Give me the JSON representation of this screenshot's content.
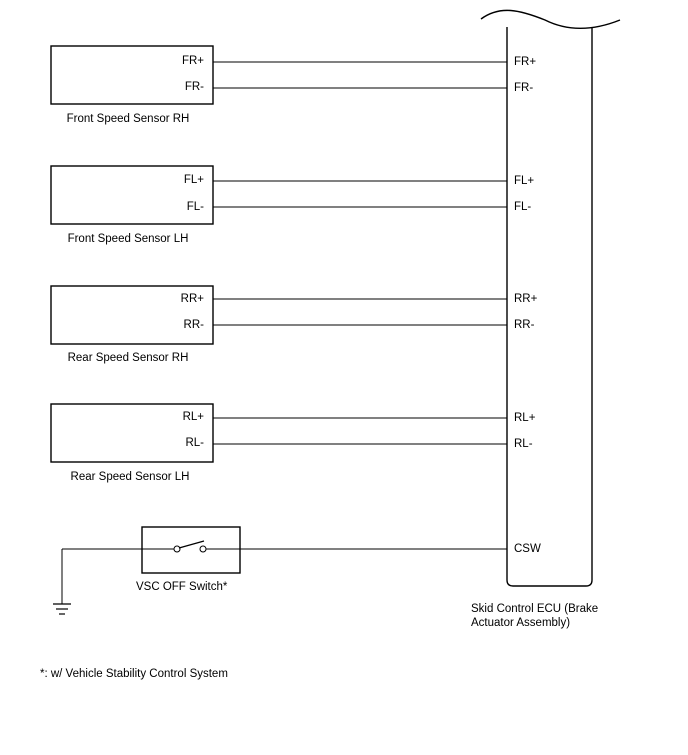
{
  "sensors": [
    {
      "name": "Front Speed Sensor RH",
      "pins": [
        "FR+",
        "FR-"
      ]
    },
    {
      "name": "Front Speed Sensor LH",
      "pins": [
        "FL+",
        "FL-"
      ]
    },
    {
      "name": "Rear Speed Sensor RH",
      "pins": [
        "RR+",
        "RR-"
      ]
    },
    {
      "name": "Rear Speed Sensor LH",
      "pins": [
        "RL+",
        "RL-"
      ]
    }
  ],
  "ecu": {
    "name_line1": "Skid Control ECU (Brake",
    "name_line2": "Actuator Assembly)",
    "pins": [
      "FR+",
      "FR-",
      "FL+",
      "FL-",
      "RR+",
      "RR-",
      "RL+",
      "RL-",
      "CSW"
    ]
  },
  "switch": {
    "name": "VSC OFF Switch*"
  },
  "footnote": "*: w/ Vehicle Stability Control System"
}
